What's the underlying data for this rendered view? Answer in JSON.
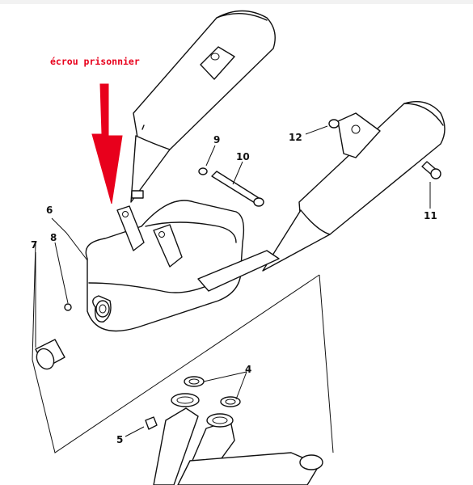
{
  "annotation": {
    "text": "écrou prisonnier",
    "color": "#e8001c"
  },
  "callouts": {
    "c4": "4",
    "c5": "5",
    "c6": "6",
    "c7": "7",
    "c8": "8",
    "c9": "9",
    "c10": "10",
    "c11": "11",
    "c12": "12"
  }
}
